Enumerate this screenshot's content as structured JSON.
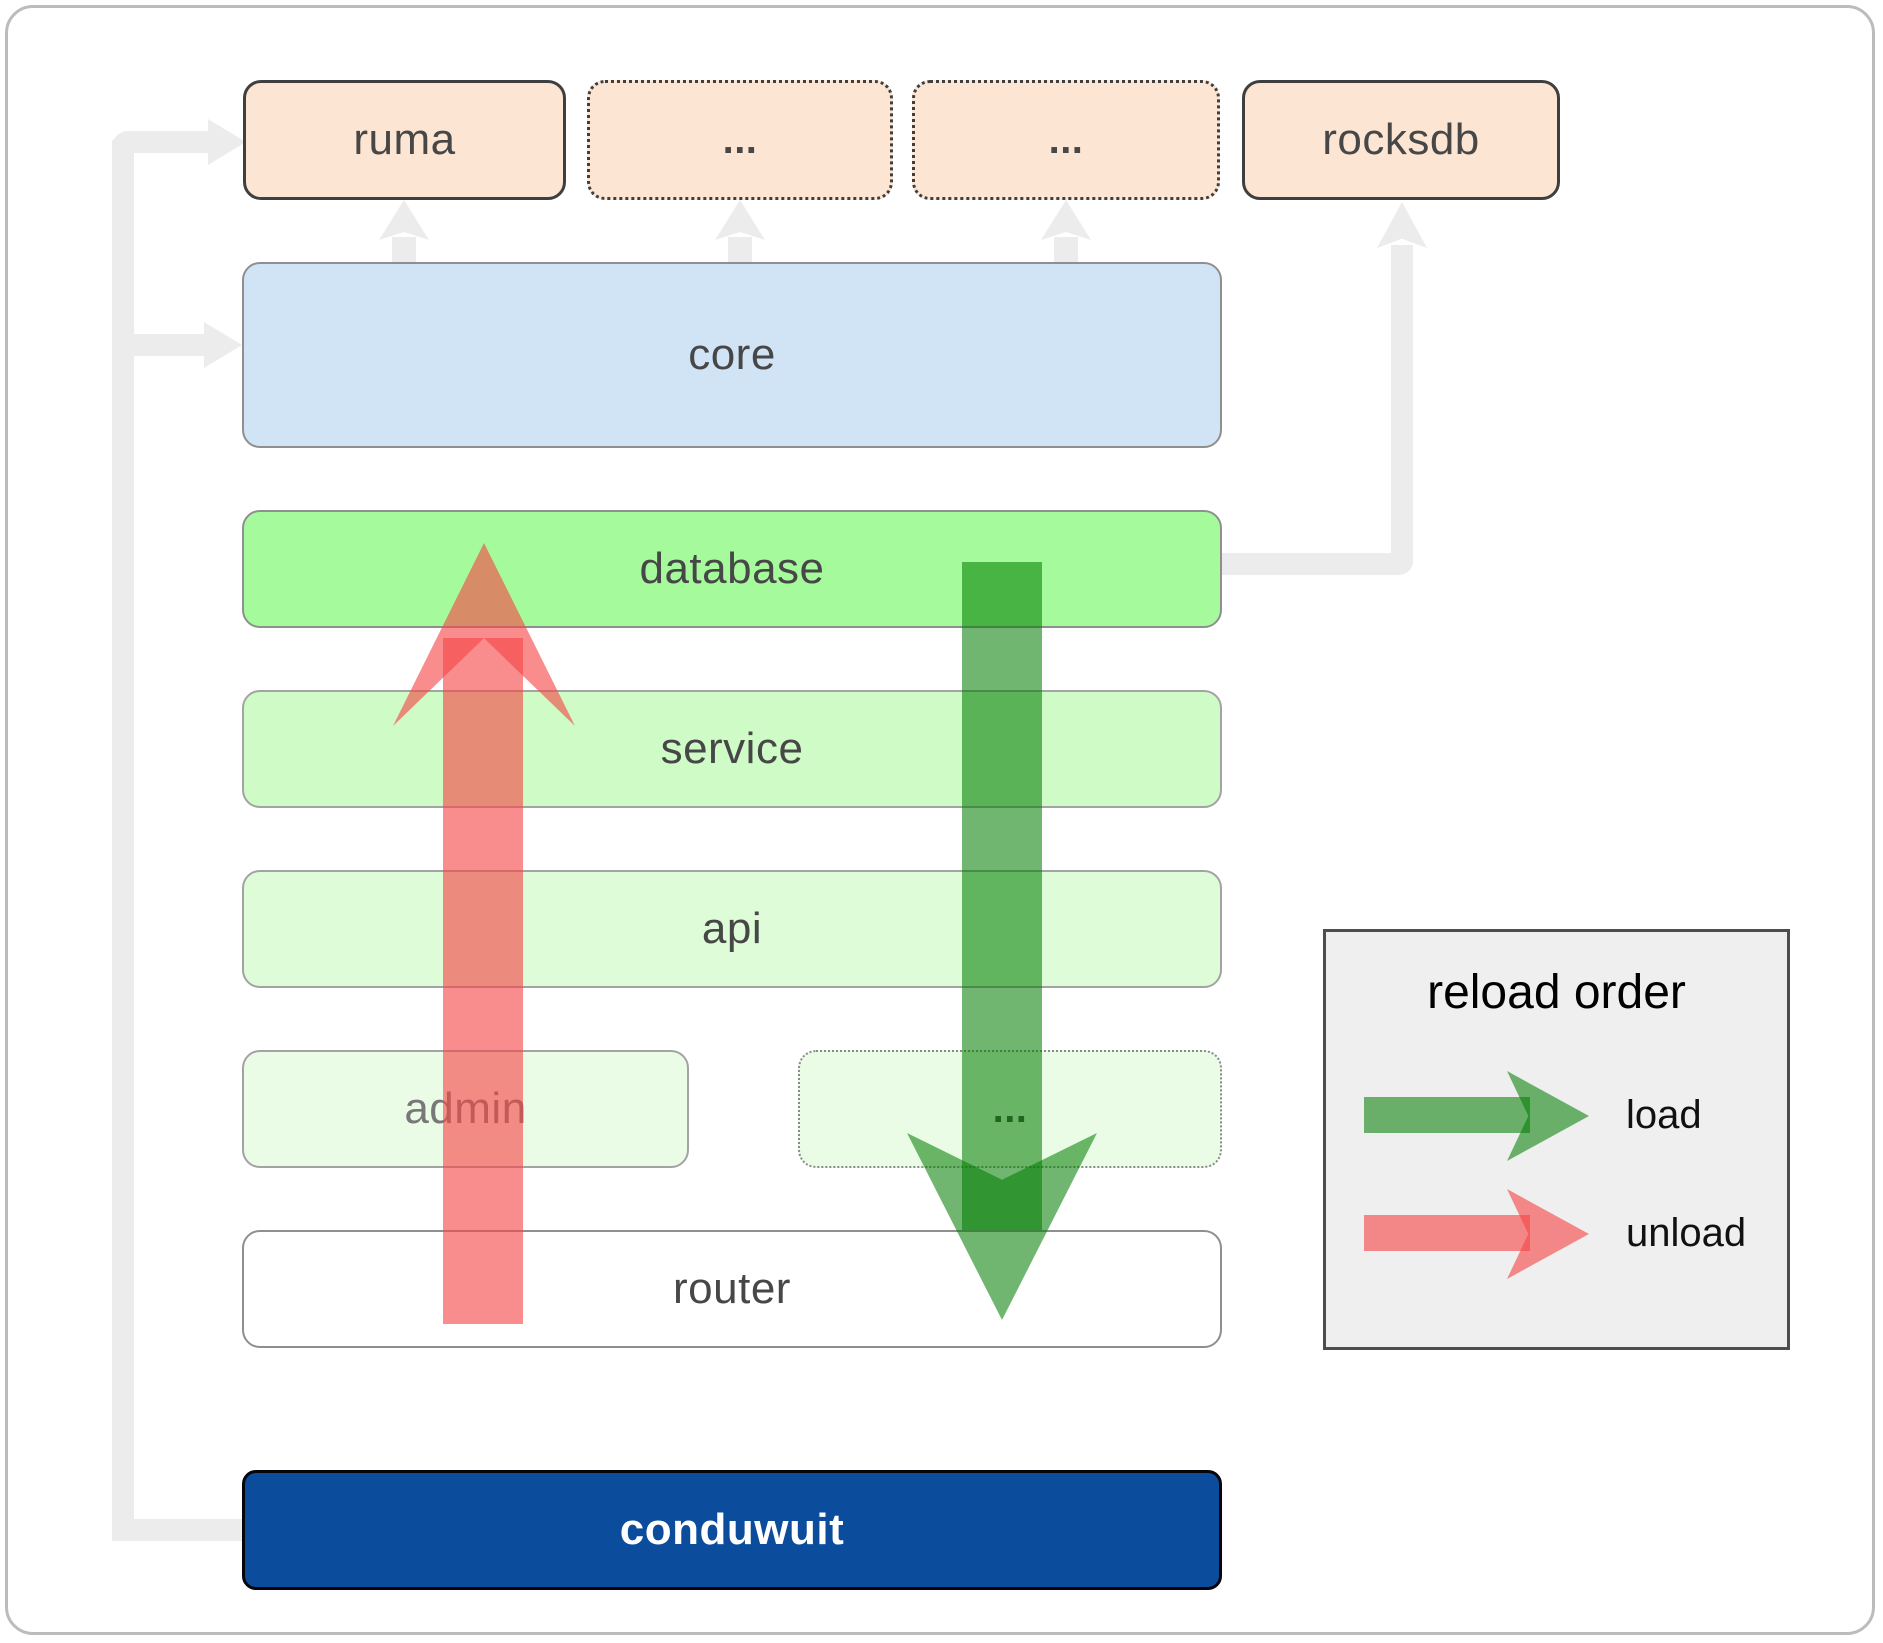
{
  "boxes": {
    "ruma": {
      "label": "ruma"
    },
    "dots_top_1": {
      "label": "..."
    },
    "dots_top_2": {
      "label": "..."
    },
    "rocksdb": {
      "label": "rocksdb"
    },
    "core": {
      "label": "core"
    },
    "database": {
      "label": "database"
    },
    "service": {
      "label": "service"
    },
    "api": {
      "label": "api"
    },
    "admin": {
      "label": "admin"
    },
    "dots_admin_row": {
      "label": "..."
    },
    "router": {
      "label": "router"
    },
    "conduwuit": {
      "label": "conduwuit"
    }
  },
  "legend": {
    "title": "reload order",
    "items": [
      {
        "label": "load",
        "color": "rgba(0,125,0,0.56)",
        "direction": "down"
      },
      {
        "label": "unload",
        "color": "rgba(246,70,70,0.62)",
        "direction": "up"
      }
    ]
  },
  "colors": {
    "peach_box": "#fce6d3",
    "core_blue": "#d1e4f6",
    "database_green": "#a5fb9b",
    "service_green": "#cefbc6",
    "api_green": "#defcd8",
    "admin_green": "#ebfce6",
    "router_white": "#ffffff",
    "conduwuit_blue": "#0c4c9c",
    "load_arrow_green": "rgba(0,125,0,0.56)",
    "unload_arrow_red": "rgba(246,70,70,0.62)",
    "connector_gray": "#ececec",
    "legend_bg": "#efefef",
    "label_dark": "#474747"
  }
}
